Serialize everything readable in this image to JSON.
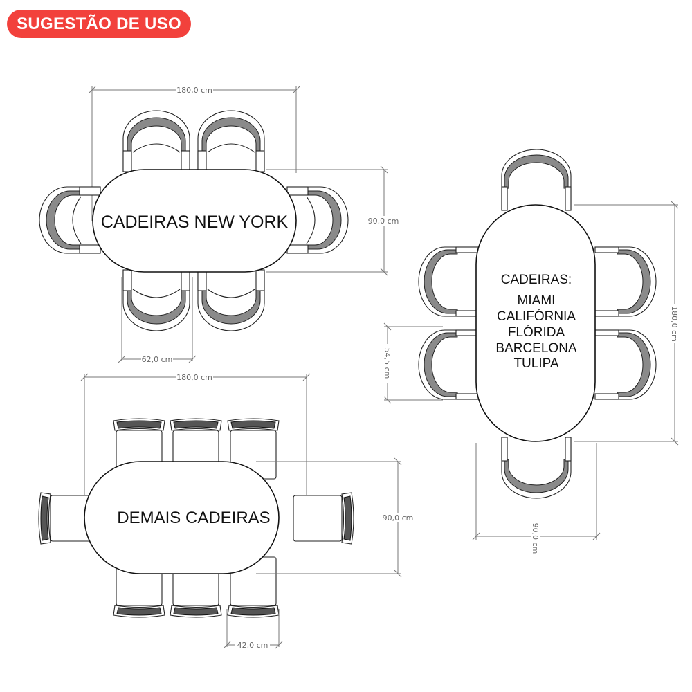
{
  "badge": {
    "label": "SUGESTÃO DE USO",
    "color": "#f2413c"
  },
  "new_york": {
    "table_label": "CADEIRAS NEW YORK",
    "length": "180,0 cm",
    "width": "90,0 cm",
    "chair_width": "62,0 cm"
  },
  "demais": {
    "table_label": "DEMAIS CADEIRAS",
    "length": "180,0 cm",
    "width": "90,0 cm",
    "chair_width": "42,0 cm"
  },
  "vertical": {
    "title": "CADEIRAS:",
    "chairs": [
      "MIAMI",
      "CALIFÓRNIA",
      "FLÓRIDA",
      "BARCELONA",
      "TULIPA"
    ],
    "length": "180,0 cm",
    "width": "90,0 cm",
    "chair_width": "54,5 cm"
  }
}
